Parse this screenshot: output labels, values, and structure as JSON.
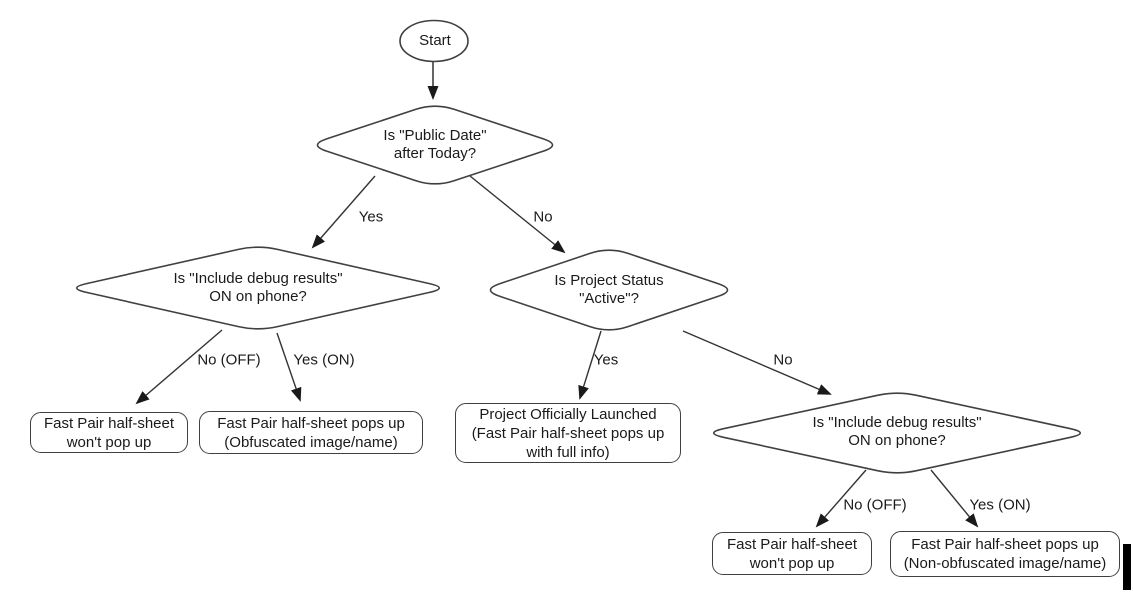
{
  "canvas": {
    "background": "#ffffff",
    "stroke_color": "#404040",
    "arrow_color": "#1a1a1a",
    "text_color": "#1a1a1a"
  },
  "flowchart": {
    "start": {
      "label": "Start"
    },
    "decisions": {
      "public_date": {
        "line1": "Is \"Public Date\"",
        "line2": "after Today?"
      },
      "debug_left": {
        "line1": "Is \"Include debug results\"",
        "line2": "ON on phone?"
      },
      "project_status": {
        "line1": "Is Project Status",
        "line2": "\"Active\"?"
      },
      "debug_right": {
        "line1": "Is \"Include debug results\"",
        "line2": "ON on phone?"
      }
    },
    "outcomes": {
      "no_popup_left": {
        "line1": "Fast Pair half-sheet",
        "line2": "won't pop up"
      },
      "obfuscated": {
        "line1": "Fast Pair half-sheet pops up",
        "line2": "(Obfuscated image/name)"
      },
      "launched": {
        "line1": "Project Officially Launched",
        "line2": "(Fast Pair half-sheet pops up",
        "line3": "with full info)"
      },
      "no_popup_right": {
        "line1": "Fast Pair half-sheet",
        "line2": "won't pop up"
      },
      "non_obfuscated": {
        "line1": "Fast Pair half-sheet pops up",
        "line2": "(Non-obfuscated image/name)"
      }
    },
    "edge_labels": {
      "yes_top": "Yes",
      "no_top": "No",
      "no_off_left": "No (OFF)",
      "yes_on_left": "Yes (ON)",
      "yes_project": "Yes",
      "no_project": "No",
      "no_off_right": "No (OFF)",
      "yes_on_right": "Yes (ON)"
    }
  }
}
